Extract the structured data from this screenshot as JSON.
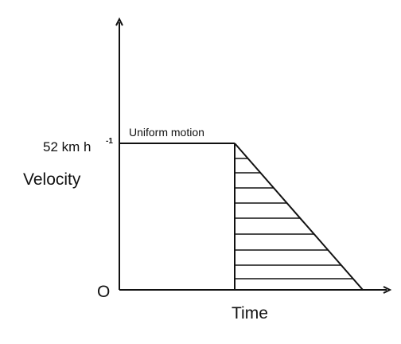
{
  "diagram": {
    "y_axis_label": "Velocity",
    "x_axis_label": "Time",
    "origin_label": "O",
    "velocity_value": "52 km h",
    "velocity_unit_exponent": "-1",
    "segment_label": "Uniform motion",
    "colors": {
      "stroke": "#111111",
      "background": "#ffffff"
    }
  }
}
